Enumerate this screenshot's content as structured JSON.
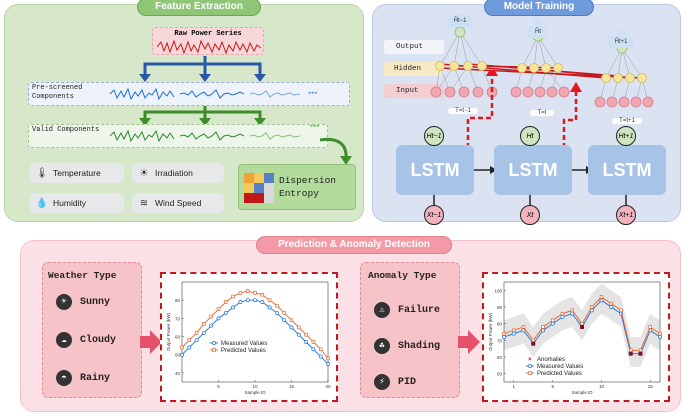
{
  "feature_extraction": {
    "title": "Feature Extraction",
    "raw_series": "Raw Power Series",
    "prescreened": "Pre-screened Components",
    "valid": "Valid Components",
    "features": [
      {
        "label": "Temperature",
        "icon": "thermometer-icon",
        "glyph": "🌡"
      },
      {
        "label": "Irradiation",
        "icon": "sun-icon",
        "glyph": "☀"
      },
      {
        "label": "Humidity",
        "icon": "droplet-icon",
        "glyph": "💧"
      },
      {
        "label": "Wind Speed",
        "icon": "wind-icon",
        "glyph": "≋"
      }
    ],
    "entropy": "Dispersion Entropy",
    "dots": "•••"
  },
  "model_training": {
    "title": "Model Training",
    "layers": {
      "output": "Output",
      "hidden": "Hidden",
      "input": "Input"
    },
    "time_labels": [
      "T=t−1",
      "T=t",
      "T=t+1"
    ],
    "h_labels": [
      "Ĥt−1",
      "Ĥt",
      "Ĥt+1"
    ],
    "lstm_label": "LSTM",
    "lstm_h": [
      "Ht−1",
      "Ht",
      "Ht+1"
    ],
    "lstm_x": [
      "Xt−1",
      "Xt",
      "Xt+1"
    ]
  },
  "prediction": {
    "title": "Prediction & Anomaly Detection",
    "weather_head": "Weather Type",
    "weather": [
      {
        "label": "Sunny",
        "icon": "sun-icon",
        "glyph": "☀",
        "color": "#f5b06a"
      },
      {
        "label": "Cloudy",
        "icon": "cloud-icon",
        "glyph": "☁",
        "color": "#d6d6d6"
      },
      {
        "label": "Rainy",
        "icon": "rain-cloud-icon",
        "glyph": "☂",
        "color": "#a9c5ea"
      }
    ],
    "anomaly_head": "Anomaly Type",
    "anomaly": [
      {
        "label": "Failure",
        "icon": "failure-icon",
        "glyph": "⚠",
        "color": "#f5b06a"
      },
      {
        "label": "Shading",
        "icon": "grass-icon",
        "glyph": "☘",
        "color": "#d6d6d6"
      },
      {
        "label": "PID",
        "icon": "battery-icon",
        "glyph": "⚡",
        "color": "#a9c5ea"
      }
    ]
  },
  "chart_data": [
    {
      "type": "line",
      "xlabel": "Sample ID",
      "ylabel": "Output Power (kW)",
      "xlim": [
        0,
        20
      ],
      "ylim": [
        35,
        90
      ],
      "xticks": [
        5,
        10,
        15,
        20
      ],
      "yticks": [
        40,
        50,
        60,
        70,
        80
      ],
      "x": [
        0,
        1,
        2,
        3,
        4,
        5,
        6,
        7,
        8,
        9,
        10,
        11,
        12,
        13,
        14,
        15,
        16,
        17,
        18,
        19,
        20
      ],
      "series": [
        {
          "name": "Measured Values",
          "color": "#1f6fd1",
          "marker": "circle",
          "values": [
            50,
            54,
            58,
            62,
            66,
            70,
            73,
            76,
            79,
            80,
            80,
            79,
            76,
            73,
            69,
            65,
            61,
            57,
            53,
            49,
            45
          ]
        },
        {
          "name": "Predicted Values",
          "color": "#e8632b",
          "marker": "square",
          "values": [
            54,
            58,
            62,
            67,
            71,
            75,
            79,
            82,
            84,
            85,
            84,
            83,
            80,
            77,
            73,
            69,
            65,
            61,
            57,
            53,
            48
          ]
        }
      ]
    },
    {
      "type": "line",
      "xlabel": "Sample ID",
      "ylabel": "Output Power (kW)",
      "xlim": [
        0,
        16
      ],
      "ylim": [
        45,
        105
      ],
      "xticks": [
        1,
        5,
        10,
        15
      ],
      "yticks": [
        50,
        60,
        70,
        80,
        90,
        100
      ],
      "x": [
        0,
        1,
        2,
        3,
        4,
        5,
        6,
        7,
        8,
        9,
        10,
        11,
        12,
        13,
        14,
        15,
        16
      ],
      "series": [
        {
          "name": "Measured Values",
          "color": "#1f6fd1",
          "marker": "circle",
          "values": [
            72,
            74,
            76,
            68,
            76,
            80,
            84,
            86,
            78,
            88,
            94,
            90,
            86,
            62,
            62,
            76,
            72
          ]
        },
        {
          "name": "Predicted Values",
          "color": "#e8632b",
          "marker": "square",
          "values": [
            74,
            76,
            78,
            70,
            78,
            82,
            86,
            88,
            80,
            90,
            96,
            92,
            88,
            64,
            64,
            78,
            74
          ]
        }
      ],
      "anomalies": {
        "name": "Anomalies",
        "color": "#c6171d",
        "marker": "x",
        "x": [
          3,
          8,
          13,
          14
        ],
        "values": [
          68,
          78,
          62,
          62
        ]
      }
    }
  ]
}
